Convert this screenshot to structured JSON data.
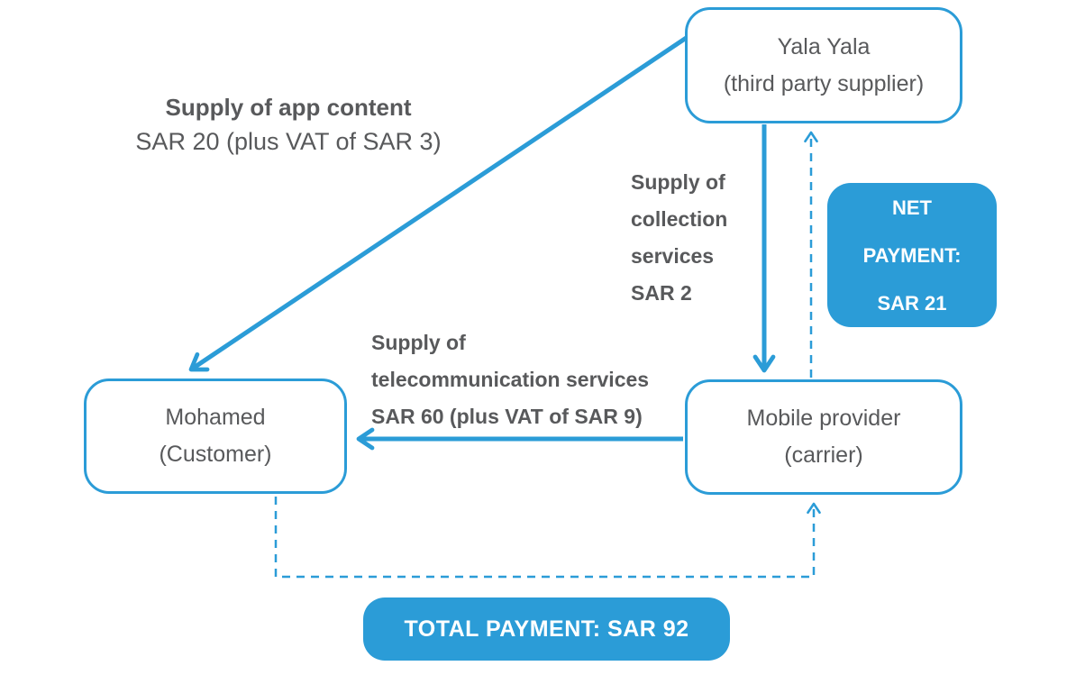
{
  "colors": {
    "accent_blue": "#2B9CD7",
    "label_gray": "#58595B",
    "box_bg": "#FFFFFF"
  },
  "nodes": {
    "supplier": {
      "lines": [
        "Yala Yala",
        "(third party supplier)"
      ]
    },
    "customer": {
      "lines": [
        "Mohamed",
        "(Customer)"
      ]
    },
    "carrier": {
      "lines": [
        "Mobile provider",
        "(carrier)"
      ]
    }
  },
  "edges": {
    "app_content": {
      "lines": [
        "Supply of app content",
        "SAR 20 (plus VAT of SAR 3)"
      ]
    },
    "collection": {
      "lines": [
        "Supply of",
        "collection",
        "services",
        "SAR 2"
      ]
    },
    "telecom": {
      "lines": [
        "Supply of",
        "telecommunication services",
        "SAR 60 (plus VAT of SAR 9)"
      ]
    }
  },
  "badges": {
    "net_payment": {
      "lines": [
        "NET",
        "PAYMENT:",
        "SAR 21"
      ]
    },
    "total_payment": {
      "label": "TOTAL PAYMENT: SAR 92"
    }
  }
}
